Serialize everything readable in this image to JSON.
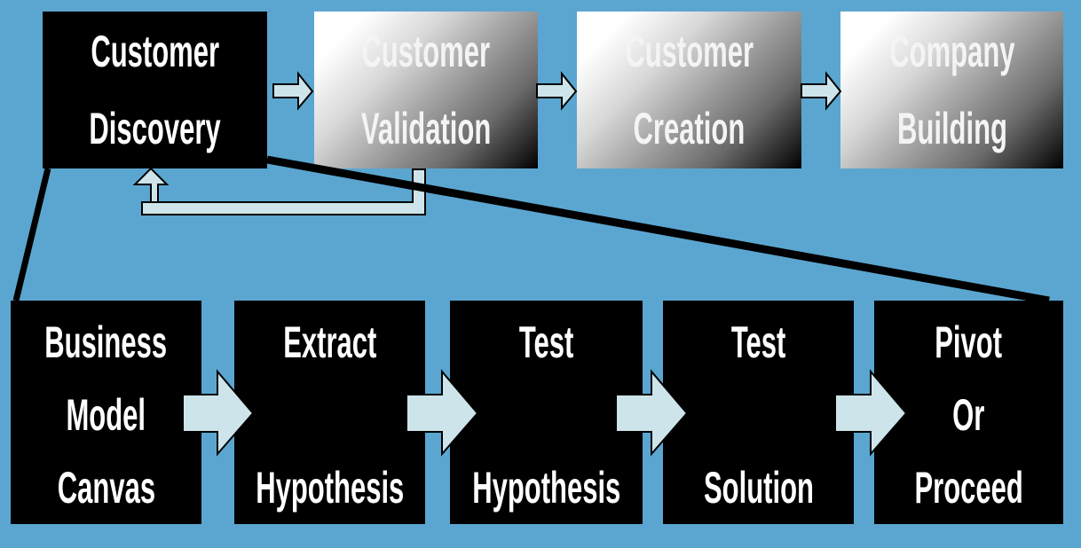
{
  "colors": {
    "background": "#5ba6d0",
    "active_box": "#000000",
    "arrow_fill": "#cde5ea",
    "text": "#ffffff"
  },
  "top_row": [
    {
      "lines": [
        "Customer",
        "Discovery"
      ],
      "state": "active"
    },
    {
      "lines": [
        "Customer",
        "Validation"
      ],
      "state": "inactive"
    },
    {
      "lines": [
        "Customer",
        "Creation"
      ],
      "state": "inactive"
    },
    {
      "lines": [
        "Company",
        "Building"
      ],
      "state": "inactive"
    }
  ],
  "bottom_row": [
    {
      "lines": [
        "Business",
        "Model",
        "Canvas"
      ]
    },
    {
      "lines": [
        "Extract",
        "",
        "Hypothesis"
      ]
    },
    {
      "lines": [
        "Test",
        "",
        "Hypothesis"
      ]
    },
    {
      "lines": [
        "Test",
        "",
        "Solution"
      ]
    },
    {
      "lines": [
        "Pivot",
        "Or",
        "Proceed"
      ]
    }
  ],
  "connectors": {
    "top_arrows": [
      "right-arrow",
      "right-arrow",
      "right-arrow"
    ],
    "feedback": "Customer Validation back to Customer Discovery",
    "bottom_arrows": [
      "right-arrow",
      "right-arrow",
      "right-arrow",
      "right-arrow"
    ],
    "zoom_lines": "Customer Discovery expands into bottom row"
  }
}
